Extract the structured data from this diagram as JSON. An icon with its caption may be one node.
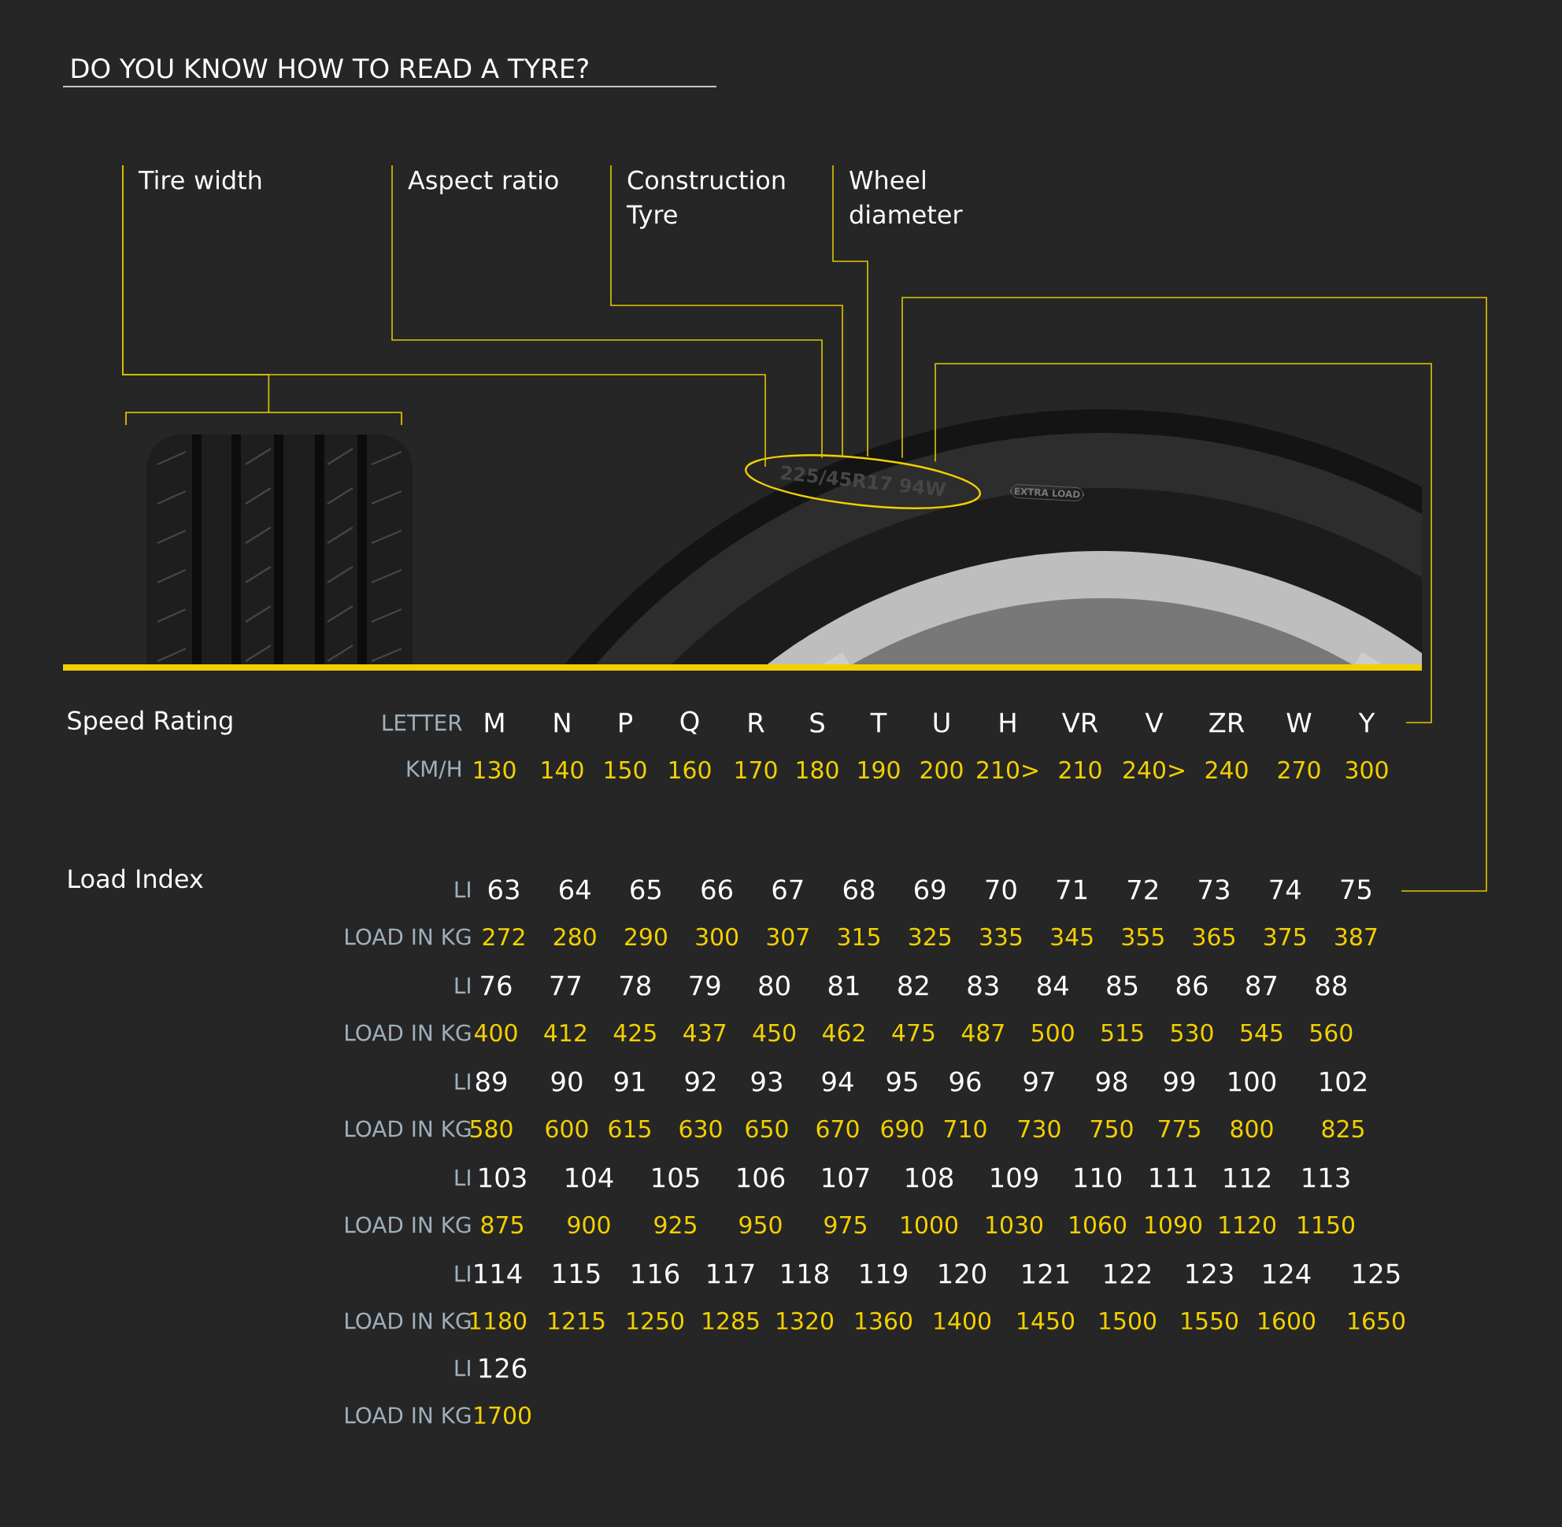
{
  "diagram": {
    "title": "DO YOU KNOW HOW TO READ A TYRE?",
    "nodes": [
      {
        "text": [
          "Tire width"
        ]
      },
      {
        "text": [],
        "shape": "picture"
      },
      {
        "text": [
          "Aspect ratio"
        ]
      },
      {
        "text": [
          "Construction Tyre"
        ]
      },
      {
        "text": [
          "Wheel diameter"
        ]
      },
      {
        "text": [
          "225/45R17 94W"
        ]
      }
    ],
    "edges": [
      {
        "from": 0,
        "to": 1,
        "arrow": "none"
      },
      {
        "from": 0,
        "to": 5,
        "arrow": "none"
      },
      {
        "from": 2,
        "to": 5,
        "arrow": "none"
      },
      {
        "from": 3,
        "to": 5,
        "arrow": "none"
      },
      {
        "from": 4,
        "to": 5,
        "arrow": "none"
      },
      {
        "from": null,
        "to": 5,
        "arrow": "none"
      },
      {
        "from": null,
        "to": 5,
        "arrow": "none"
      }
    ],
    "labels": [
      "Speed Rating",
      "LETTER",
      "M",
      "N",
      "P",
      "Q",
      "R",
      "S",
      "T",
      "U",
      "H",
      "VR",
      "V",
      "ZR",
      "W",
      "Y",
      "KM/H",
      "130",
      "140",
      "150",
      "160",
      "170",
      "180",
      "190",
      "200",
      "210>",
      "210",
      "240>",
      "240",
      "270",
      "300",
      "Load Index",
      "LI",
      "63",
      "64",
      "65",
      "66",
      "67",
      "68",
      "69",
      "70",
      "71",
      "72",
      "73",
      "74",
      "75",
      "LOAD IN KG",
      "272",
      "280",
      "290",
      "300",
      "307",
      "315",
      "325",
      "335",
      "345",
      "355",
      "365",
      "375",
      "387",
      "LI",
      "76",
      "77",
      "78",
      "79",
      "80",
      "81",
      "82",
      "83",
      "84",
      "85",
      "86",
      "87",
      "88",
      "LOAD IN KG",
      "400",
      "412",
      "425",
      "437",
      "450",
      "462",
      "475",
      "487",
      "500",
      "515",
      "530",
      "545",
      "560",
      "LI",
      "89",
      "90",
      "91",
      "92",
      "93",
      "94",
      "95",
      "96",
      "97",
      "98",
      "99",
      "100",
      "102",
      "LOAD IN KG",
      "580",
      "600",
      "615",
      "630",
      "650",
      "670",
      "690",
      "710",
      "730",
      "750",
      "775",
      "800",
      "825",
      "LI",
      "103",
      "104",
      "105",
      "106",
      "107",
      "108",
      "109",
      "110",
      "111",
      "112",
      "113",
      "LOAD IN KG",
      "875",
      "900",
      "925",
      "950",
      "975",
      "1000",
      "1030",
      "1060",
      "1090",
      "1120",
      "1150",
      "LI",
      "114",
      "115",
      "116",
      "117",
      "118",
      "119",
      "120",
      "121",
      "122",
      "123",
      "124",
      "125",
      "LOAD IN KG",
      "1180",
      "1215",
      "1250",
      "1285",
      "1320",
      "1360",
      "1400",
      "1450",
      "1500",
      "1550",
      "1600",
      "1650",
      "LI",
      "126",
      "LOAD IN KG",
      "1700",
      "EXTRA LOAD"
    ]
  }
}
